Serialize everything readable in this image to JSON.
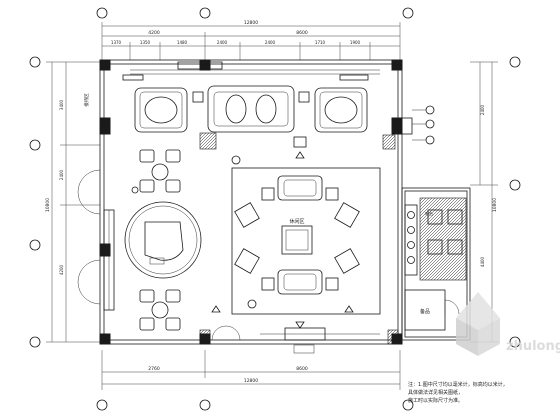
{
  "dimensions": {
    "top_total": "12800",
    "top_segments": [
      "4200",
      "8600"
    ],
    "top_sub": [
      "1370",
      "1350",
      "1480",
      "2400",
      "2400",
      "1710",
      "1900"
    ],
    "bottom_total": "12800",
    "bottom_segments": [
      "2760",
      "8600"
    ],
    "left_total": "10800",
    "left_segments": [
      "3400",
      "2400",
      "4200"
    ],
    "right_segments": [
      "2400",
      "10800",
      "4400"
    ]
  },
  "room_labels": {
    "central": "休闲区",
    "right_room": "吧台",
    "small_room": "备品",
    "left_label": "接待区"
  },
  "notes": [
    "注：1.图中尺寸均以毫米计，标高均以米计，",
    "具体做法详见相关图纸，",
    "施工时以实际尺寸为准。"
  ],
  "watermark": {
    "text": "zhulong.com"
  }
}
